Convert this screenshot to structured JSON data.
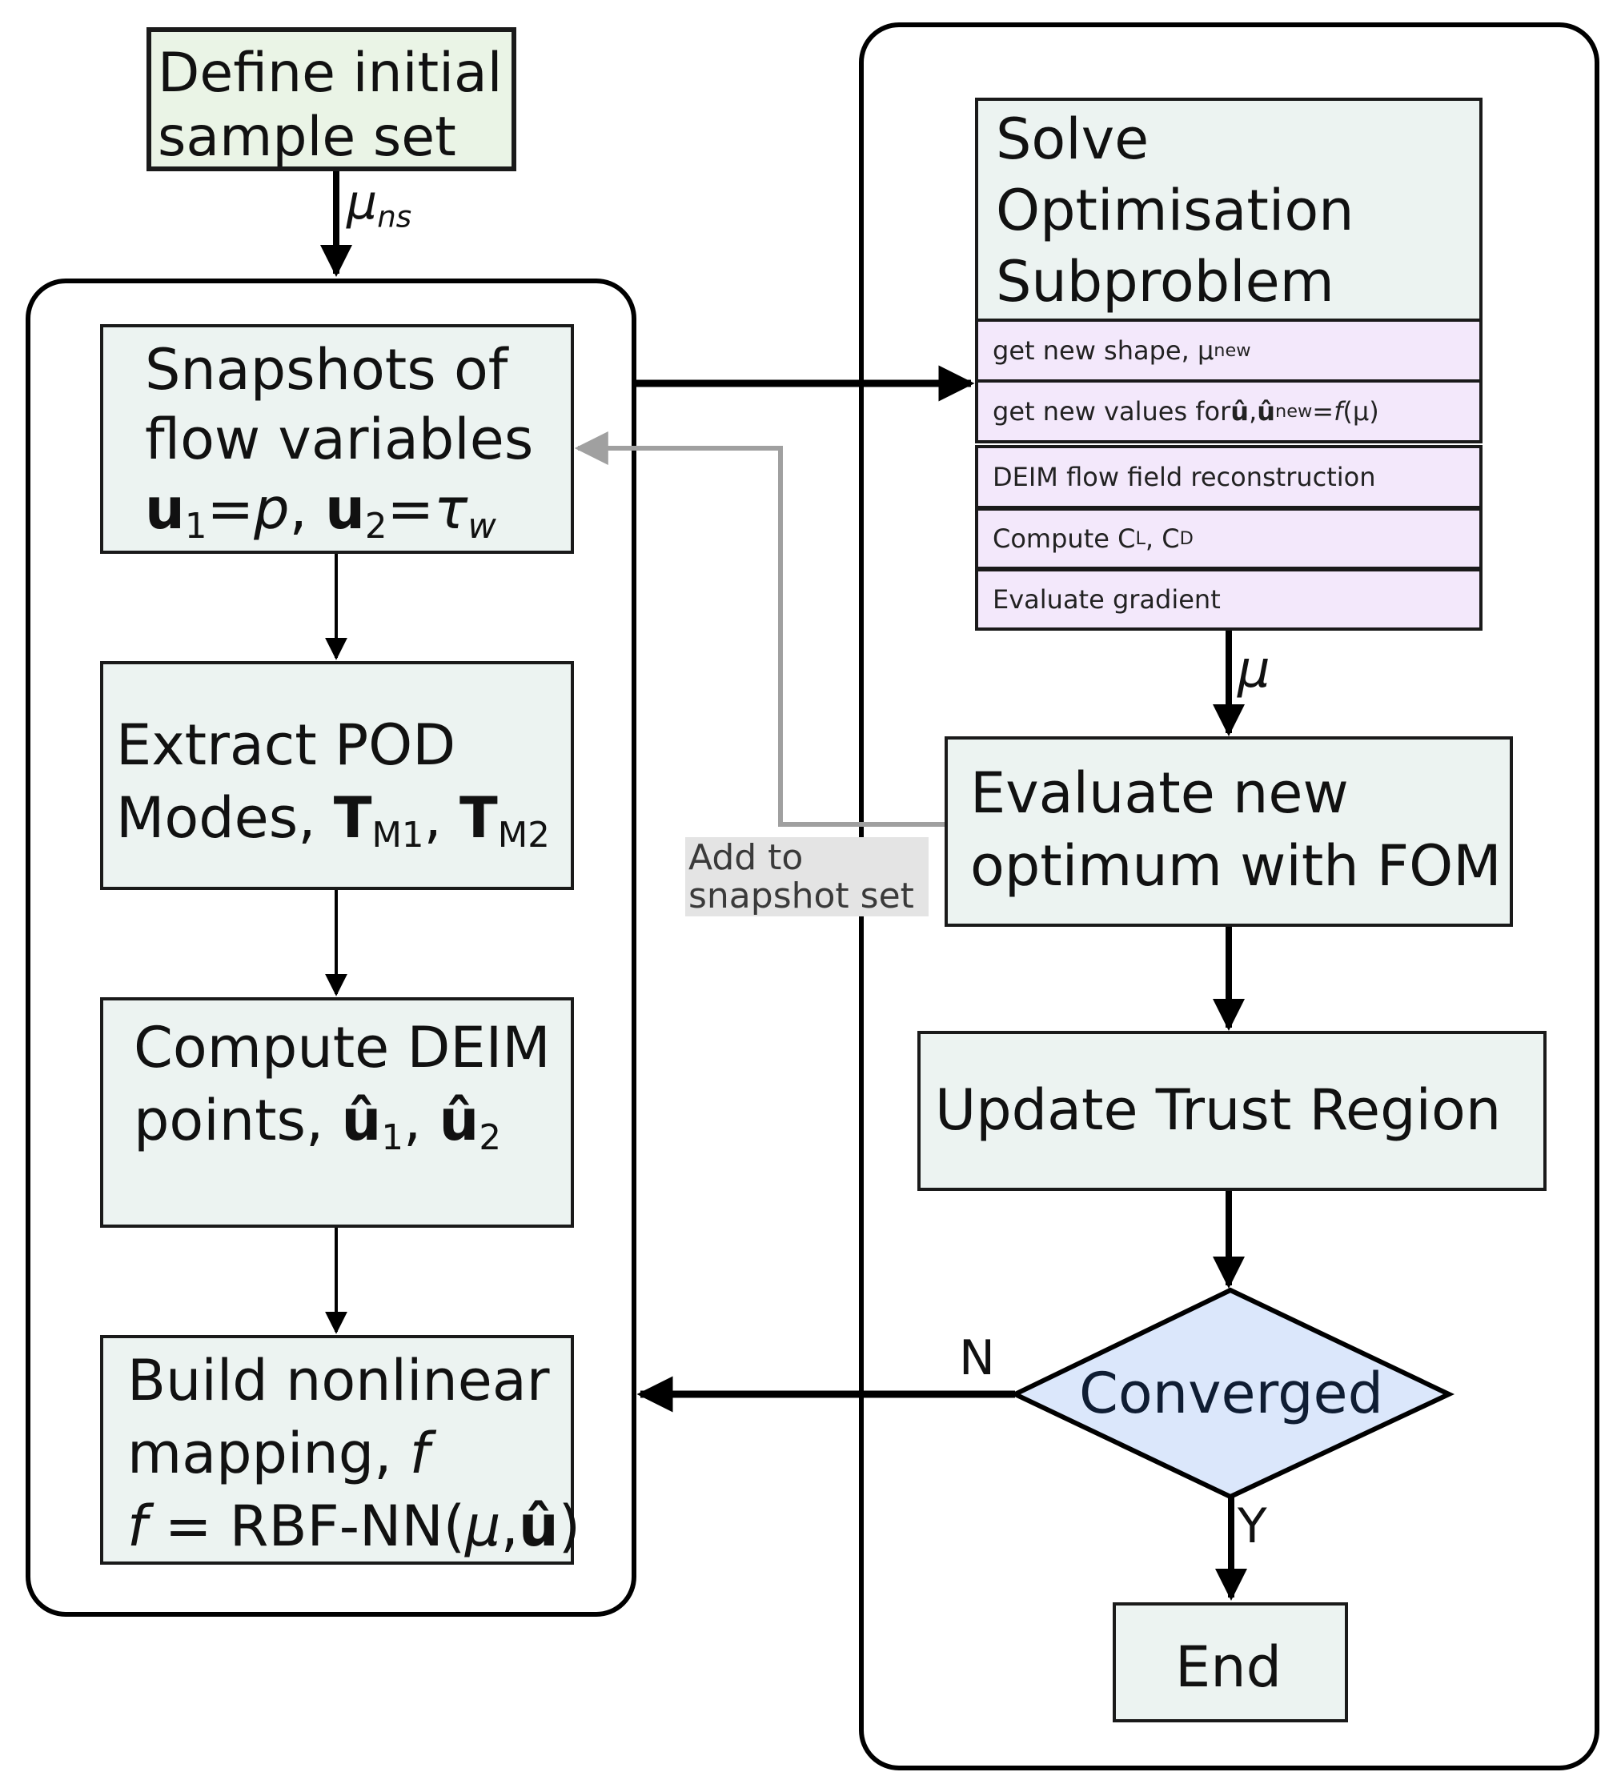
{
  "start": {
    "line1": "Define initial",
    "line2": "sample set",
    "edge_label": "ns"
  },
  "left": {
    "snapshots": {
      "line1": "Snapshots of",
      "line2": "flow variables",
      "u": "u",
      "i1": "1",
      "eq1": "=",
      "p": "p",
      "comma": ", ",
      "i2": "2",
      "eq2": "=",
      "tau": "τ",
      "w": "w"
    },
    "pod": {
      "line1": "Extract POD",
      "line2a": "Modes, ",
      "T": "T",
      "M1": "M1",
      "comma": ", ",
      "M2": "M2"
    },
    "deim": {
      "line1": "Compute DEIM",
      "line2a": "points, ",
      "uhat": "û",
      "i1": "1",
      "comma": ", ",
      "i2": "2"
    },
    "mapping": {
      "line1": "Build nonlinear",
      "line2a": "mapping, ",
      "f": "f",
      "line3b": " = RBF-NN(",
      "mu": "μ",
      "comma": ",",
      "uhat": "û",
      "close": ")"
    }
  },
  "right": {
    "solve": {
      "line1": "Solve",
      "line2": "Optimisation",
      "line3": "Subproblem"
    },
    "steps": {
      "s1a": "get new shape, μ",
      "s1sub": "new",
      "s2a": "get new values for ",
      "s2b": "û",
      "s2c": ", ",
      "s2d": "û",
      "s2sub": "new",
      "s2e": " = ",
      "s2f": "f",
      "s2g": "(μ)",
      "s3": "DEIM flow field reconstruction",
      "s4a": "Compute C",
      "s4b": "L",
      "s4c": ", C",
      "s4d": "D",
      "s5": "Evaluate gradient"
    },
    "mu_label": "μ",
    "evaluate": {
      "line1": "Evaluate new",
      "line2": "optimum with FOM"
    },
    "update": {
      "line1": "Update Trust Region"
    },
    "converged": "Converged",
    "no_label": "N",
    "yes_label": "Y",
    "end": "End"
  },
  "feedback_label": {
    "line1": "Add to",
    "line2": "snapshot set"
  },
  "colors": {
    "box_fill": "#ecf3f1",
    "start_fill": "#eaf4e6",
    "step_fill": "#f3e8fb",
    "diamond_fill": "#dbe7fb",
    "feedback_arrow": "#a0a0a0"
  }
}
